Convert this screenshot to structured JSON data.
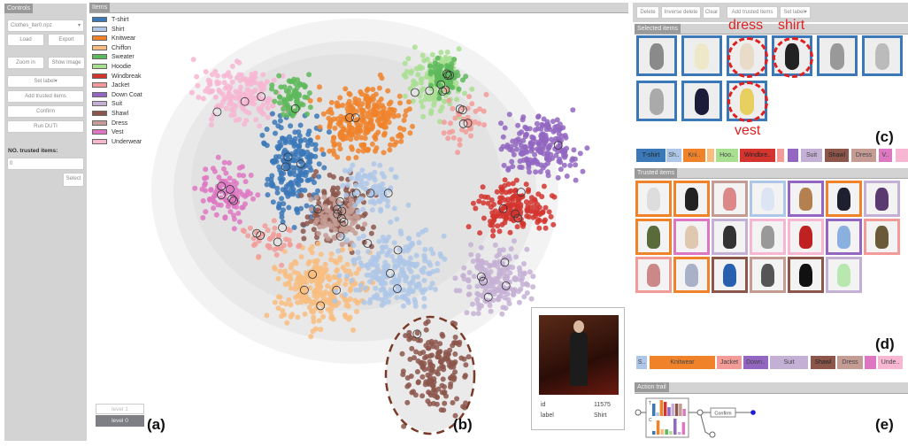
{
  "controls": {
    "header": "Controls",
    "file_select": "Clothes_iter0.npz",
    "load": "Load",
    "export": "Export",
    "zoom_in": "Zoom in",
    "show_image": "Show image",
    "set_label": "Set label▾",
    "add_trusted": "Add trusted items",
    "confirm": "Confirm",
    "run": "Run DUTI",
    "trusted_count_label": "NO. trusted items:",
    "trusted_count_value": "0",
    "select": "Select",
    "levels": [
      "level 1",
      "level 0"
    ]
  },
  "items": {
    "header": "Items",
    "legend": [
      {
        "label": "T-shirt",
        "color": "#3b78b8"
      },
      {
        "label": "Shirt",
        "color": "#aec7e8"
      },
      {
        "label": "Knitwear",
        "color": "#f0832a"
      },
      {
        "label": "Chiffon",
        "color": "#f9bd7f"
      },
      {
        "label": "Sweater",
        "color": "#5db85b"
      },
      {
        "label": "Hoodie",
        "color": "#a8df90"
      },
      {
        "label": "Windbreak",
        "color": "#d4342e"
      },
      {
        "label": "Jacket",
        "color": "#f29b98"
      },
      {
        "label": "Down Coat",
        "color": "#9266c1"
      },
      {
        "label": "Suit",
        "color": "#c5b0d5"
      },
      {
        "label": "Shawl",
        "color": "#8c564b"
      },
      {
        "label": "Dress",
        "color": "#c49c94"
      },
      {
        "label": "Vest",
        "color": "#de77c2"
      },
      {
        "label": "Underwear",
        "color": "#f7b6d2"
      }
    ],
    "tooltip": {
      "id_label": "id",
      "id_value": "11575",
      "label_label": "label",
      "label_value": "Shirt"
    }
  },
  "toolbar": {
    "delete": "Delete",
    "inverse_delete": "Inverse delete",
    "clear": "Clear",
    "add_trusted": "Add trusted items",
    "set_label": "Set label▾"
  },
  "selected": {
    "header": "Selected items",
    "annotations": {
      "dress": "dress",
      "shirt": "shirt",
      "vest": "vest"
    },
    "bar": [
      {
        "label": "T-shirt",
        "color": "#3b78b8"
      },
      {
        "label": "Sh..",
        "color": "#aec7e8"
      },
      {
        "label": "Kni..",
        "color": "#f0832a"
      },
      {
        "label": "",
        "color": "#f9bd7f"
      },
      {
        "label": "Hoo..",
        "color": "#a8df90"
      },
      {
        "label": "Windbre..",
        "color": "#d4342e"
      },
      {
        "label": "",
        "color": "#f29b98"
      },
      {
        "label": "",
        "color": "#9266c1"
      },
      {
        "label": "Suit",
        "color": "#c5b0d5"
      },
      {
        "label": "Shawl",
        "color": "#8c564b"
      },
      {
        "label": "Dress",
        "color": "#c49c94"
      },
      {
        "label": "V..",
        "color": "#de77c2"
      },
      {
        "label": "",
        "color": "#f7b6d2"
      }
    ]
  },
  "trusted": {
    "header": "Trusted items",
    "border_colors": [
      "#f0832a",
      "#f0832a",
      "#c49c94",
      "#aec7e8",
      "#9266c1",
      "#f0832a",
      "#c5b0d5",
      "#f0832a",
      "#de77c2",
      "#c5b0d5",
      "#f7b6d2",
      "#f7b6d2",
      "#9266c1",
      "#f29b98",
      "#f29b98",
      "#f0832a",
      "#8c564b",
      "#c49c94",
      "#8c564b",
      "#c5b0d5"
    ],
    "bar": [
      {
        "label": "S..",
        "color": "#aec7e8"
      },
      {
        "label": "Knitwear",
        "color": "#f0832a"
      },
      {
        "label": "Jacket",
        "color": "#f29b98"
      },
      {
        "label": "Down..",
        "color": "#9266c1"
      },
      {
        "label": "Suit",
        "color": "#c5b0d5"
      },
      {
        "label": "Shawl",
        "color": "#8c564b"
      },
      {
        "label": "Dress",
        "color": "#c49c94"
      },
      {
        "label": "",
        "color": "#de77c2"
      },
      {
        "label": "Unde..",
        "color": "#f7b6d2"
      }
    ]
  },
  "action_trail": {
    "header": "Action trail",
    "confirm": "Confirm",
    "t": "T",
    "c": "C"
  },
  "panel_labels": {
    "a": "(a)",
    "b": "(b)",
    "c": "(c)",
    "d": "(d)",
    "e": "(e)"
  }
}
